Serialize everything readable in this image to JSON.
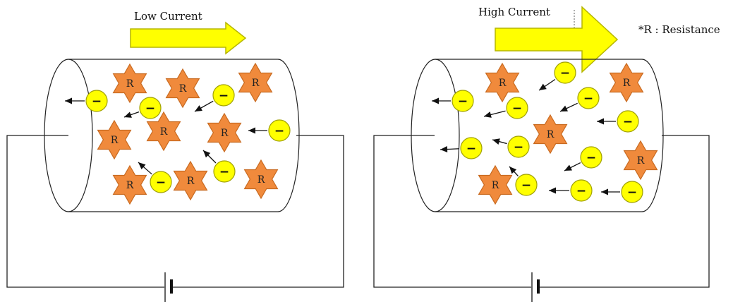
{
  "panels": [
    {
      "id": "low",
      "label": "Low Current",
      "resistor_label": "R",
      "electron_label": "−"
    },
    {
      "id": "high",
      "label": "High Current",
      "resistor_label": "R",
      "electron_label": "−"
    }
  ],
  "note": "*R : Resistance",
  "colors": {
    "arrow_fill": "#ffff00",
    "arrow_stroke": "#b5b500",
    "resistor_fill": "#f08a3c",
    "resistor_stroke": "#c86a20",
    "electron_fill": "#ffff00",
    "electron_stroke": "#a0a000",
    "wire": "#222222"
  }
}
